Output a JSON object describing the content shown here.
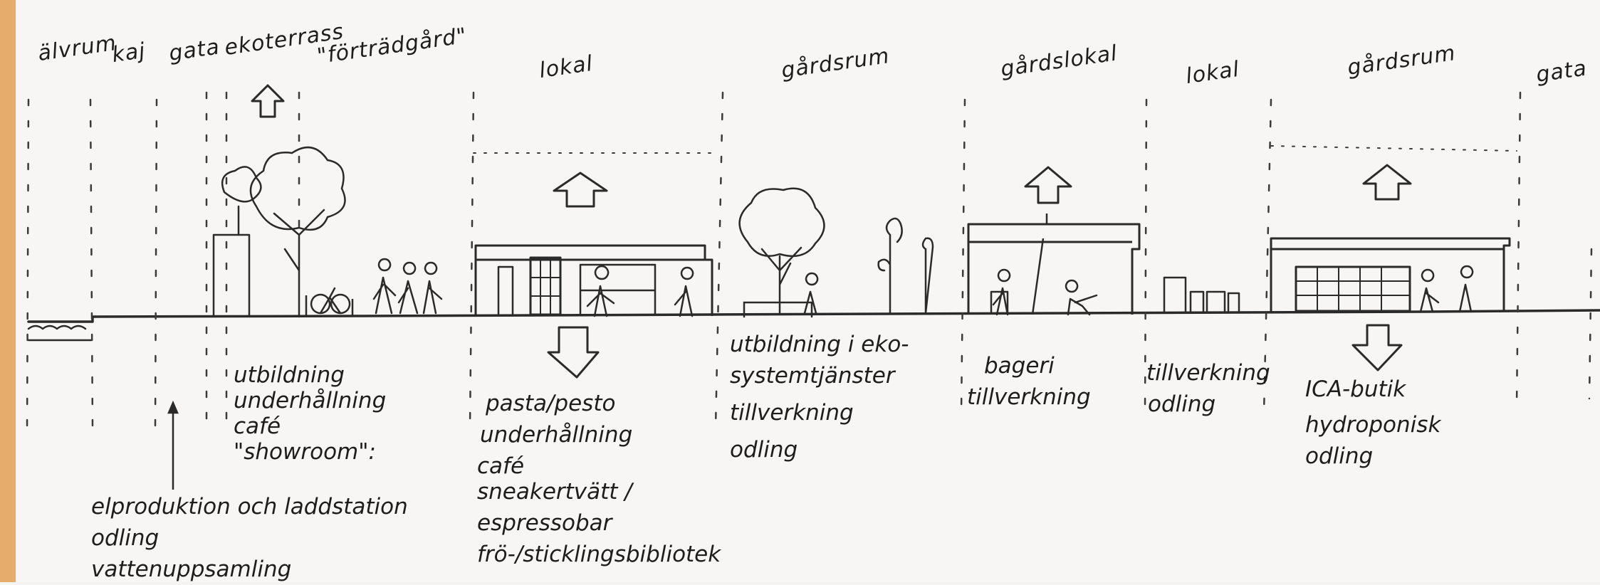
{
  "zones": {
    "alvrum": "älvrum",
    "kaj": "kaj",
    "gata_left": "gata",
    "ekoterrass": "ekoterrass",
    "fortradgard": "\"förträdgård\"",
    "lokal_1": "lokal",
    "gardsrum_1": "gårdsrum",
    "gardslokal": "gårdslokal",
    "lokal_2": "lokal",
    "gardsrum_2": "gårdsrum",
    "gata_right": "gata"
  },
  "notes": {
    "ekoterrass": [
      "utbildning",
      "underhållning",
      "café",
      "\"showroom\":"
    ],
    "quay": [
      "elproduktion och laddstation",
      "odling",
      "vattenuppsamling"
    ],
    "lokal_1": [
      "pasta/pesto",
      "underhållning",
      "café",
      "sneakertvätt /",
      "espressobar",
      "frö-/sticklingsbibliotek"
    ],
    "gardsrum_1": [
      "utbildning i eko-",
      "systemtjänster",
      "tillverkning",
      "odling"
    ],
    "gardslokal": [
      "bageri",
      "tillverkning"
    ],
    "lokal_2": [
      "tillverkning",
      "odling"
    ],
    "gardsrum_2": [
      "ICA-butik",
      "hydroponisk",
      "odling"
    ]
  },
  "colors": {
    "band": "#e6ac6c",
    "ink": "#1d1d1d"
  }
}
